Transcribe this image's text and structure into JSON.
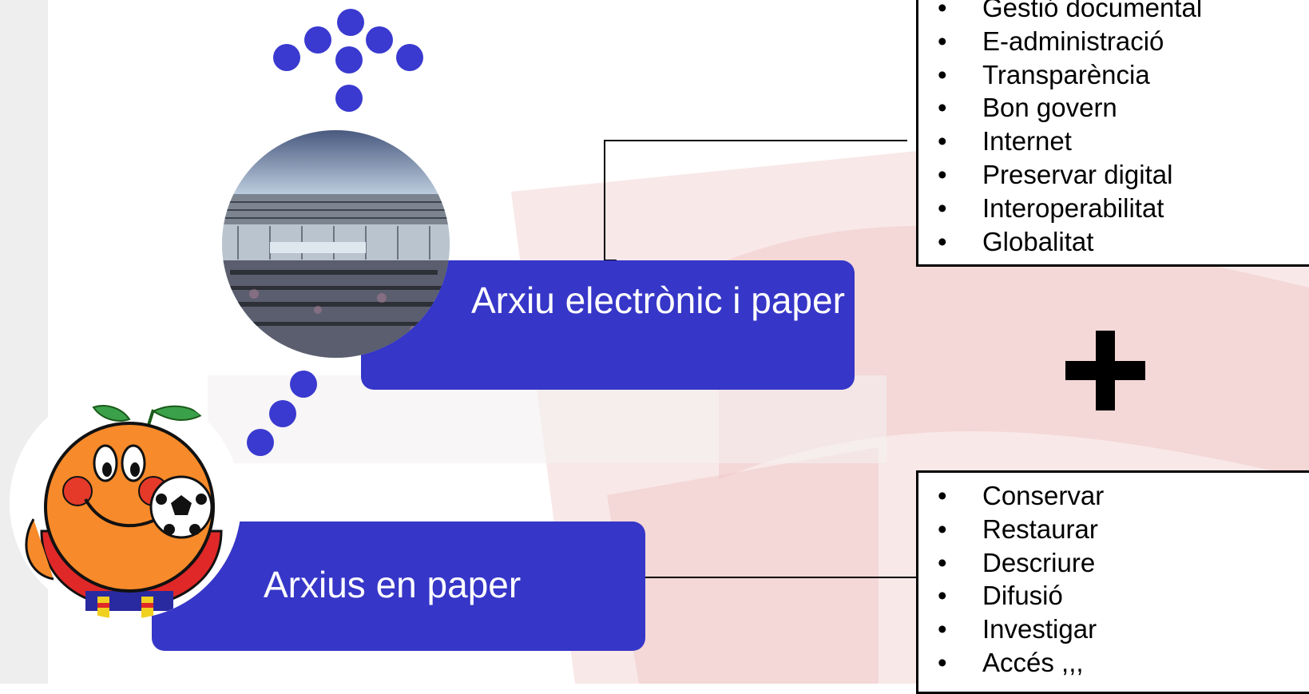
{
  "nodes": {
    "top": {
      "label": "Arxiu electrònic i paper"
    },
    "bottom": {
      "label": "Arxius en paper"
    }
  },
  "lists": {
    "top": {
      "items": [
        "Gestió documental",
        "E-administració",
        "Transparència",
        "Bon govern",
        "Internet",
        "Preservar digital",
        "Interoperabilitat",
        "Globalitat"
      ]
    },
    "bottom": {
      "items": [
        "Conservar",
        "Restaurar",
        "Descriure",
        "Difusió",
        "Investigar",
        "Accés ,,,"
      ]
    }
  },
  "plus_symbol": "+",
  "colors": {
    "box": "#3636c8",
    "dots": "#3a3ad0",
    "background_logo": "#c0343a"
  }
}
